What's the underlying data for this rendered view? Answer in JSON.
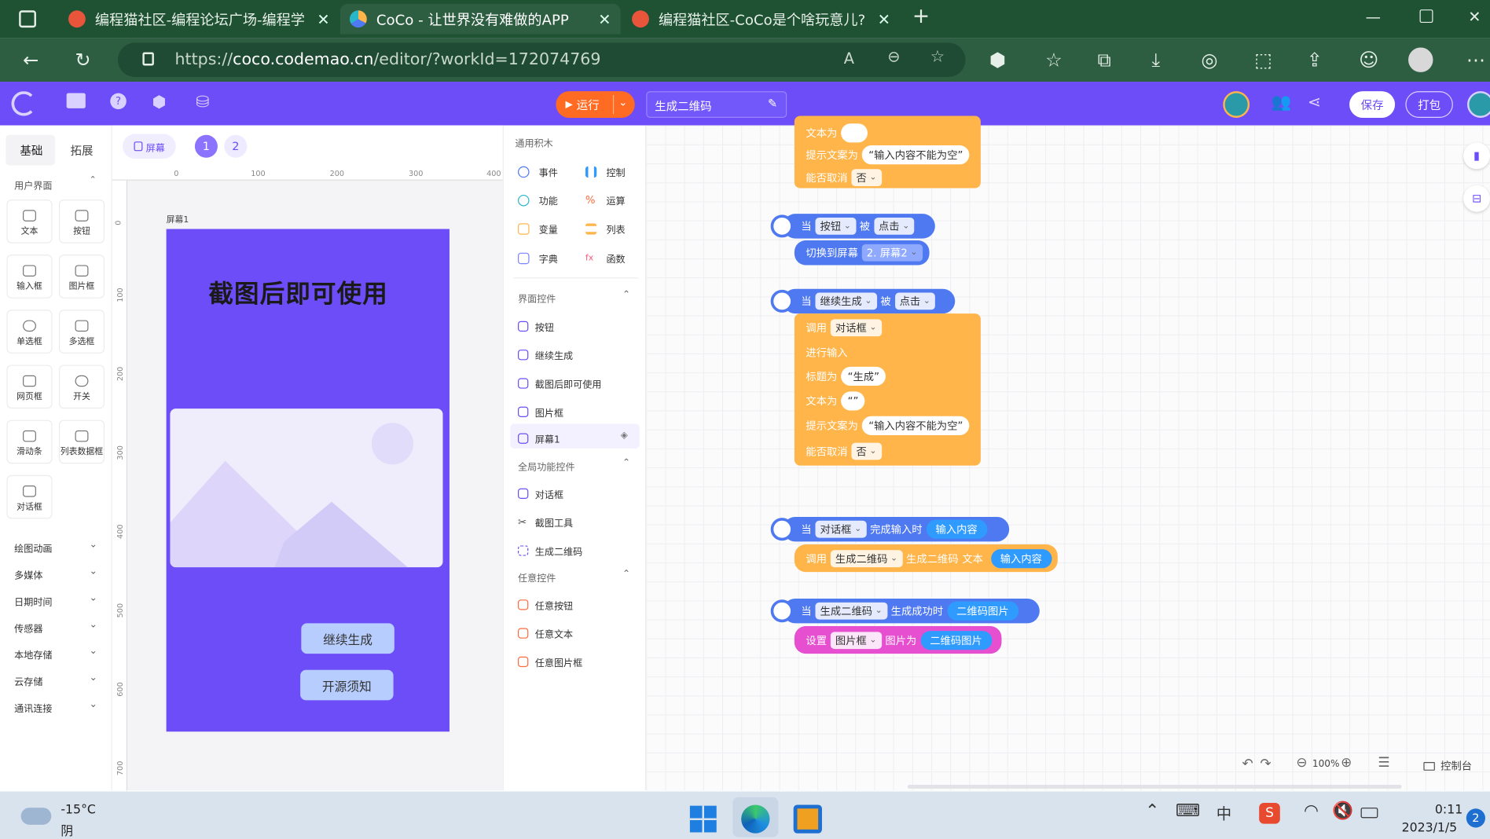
{
  "browser": {
    "tabs": [
      {
        "title": "编程猫社区-编程论坛广场-编程学",
        "active": false
      },
      {
        "title": "CoCo - 让世界没有难做的APP",
        "active": true
      },
      {
        "title": "编程猫社区-CoCo是个啥玩意儿?",
        "active": false
      }
    ],
    "url_prefix": "https://",
    "url_host": "coco.codemao.cn",
    "url_path": "/editor/?workId=172074769"
  },
  "header": {
    "run_label": "运行",
    "project_name": "生成二维码",
    "save_label": "保存",
    "package_label": "打包"
  },
  "left_panel": {
    "tabs": [
      "基础",
      "拓展"
    ],
    "section_title": "用户界面",
    "components": [
      "文本",
      "按钮",
      "输入框",
      "图片框",
      "单选框",
      "多选框",
      "网页框",
      "开关",
      "滑动条",
      "列表数据框",
      "对话框"
    ],
    "categories": [
      "绘图动画",
      "多媒体",
      "日期时间",
      "传感器",
      "本地存储",
      "云存储",
      "通讯连接"
    ]
  },
  "stage": {
    "screen_tab": "屏幕",
    "pages": [
      "1",
      "2"
    ],
    "h_ruler": [
      "0",
      "100",
      "200",
      "300",
      "400"
    ],
    "v_ruler": [
      "0",
      "100",
      "200",
      "300",
      "400",
      "500",
      "600",
      "700"
    ],
    "screen_label": "屏幕1",
    "title": "截图后即可使用",
    "btn_continue": "继续生成",
    "btn_opensource": "开源须知"
  },
  "palette": {
    "general_title": "通用积木",
    "block_categories": [
      {
        "label": "事件",
        "color": "#4f79f0"
      },
      {
        "label": "控制",
        "color": "#2f9bff"
      },
      {
        "label": "功能",
        "color": "#29b6c8"
      },
      {
        "label": "运算",
        "color": "#ff6b3d"
      },
      {
        "label": "变量",
        "color": "#ffb54a"
      },
      {
        "label": "列表",
        "color": "#ffb54a"
      },
      {
        "label": "字典",
        "color": "#7a86ff"
      },
      {
        "label": "函数",
        "color": "#ff5a7a"
      }
    ],
    "ui_controls_title": "界面控件",
    "ui_controls": [
      "按钮",
      "继续生成",
      "截图后即可使用",
      "图片框",
      "屏幕1"
    ],
    "global_title": "全局功能控件",
    "global_controls": [
      "对话框",
      "截图工具",
      "生成二维码"
    ],
    "any_title": "任意控件",
    "any_controls": [
      "任意按钮",
      "任意文本",
      "任意图片框"
    ]
  },
  "blocks": {
    "top_fragment": {
      "text_label": "文本为",
      "hint_label": "提示文案为",
      "hint_value": "输入内容不能为空",
      "cancel_label": "能否取消",
      "cancel_value": "否"
    },
    "b1": {
      "when": "当",
      "target": "按钮",
      "by": "被",
      "event": "点击",
      "action": "切换到屏幕",
      "screen": "2. 屏幕2"
    },
    "b2": {
      "when": "当",
      "target": "继续生成",
      "by": "被",
      "event": "点击",
      "call": "调用",
      "call_target": "对话框",
      "mode": "进行输入",
      "title_label": "标题为",
      "title_value": "生成",
      "text_label": "文本为",
      "text_value": "",
      "hint_label": "提示文案为",
      "hint_value": "输入内容不能为空",
      "cancel_label": "能否取消",
      "cancel_value": "否"
    },
    "b3": {
      "when": "当",
      "target": "对话框",
      "event": "完成输入时",
      "param": "输入内容",
      "call": "调用",
      "call_target": "生成二维码",
      "method": "生成二维码",
      "text_label": "文本",
      "arg": "输入内容"
    },
    "b4": {
      "when": "当",
      "target": "生成二维码",
      "event": "生成成功时",
      "param": "二维码图片",
      "set": "设置",
      "set_target": "图片框",
      "prop": "图片为",
      "arg": "二维码图片"
    }
  },
  "workspace": {
    "zoom": "100%",
    "console_label": "控制台"
  },
  "taskbar": {
    "temp": "-15°C",
    "weather": "阴",
    "ime": "中",
    "time": "0:11",
    "date": "2023/1/5",
    "badge": "2"
  }
}
